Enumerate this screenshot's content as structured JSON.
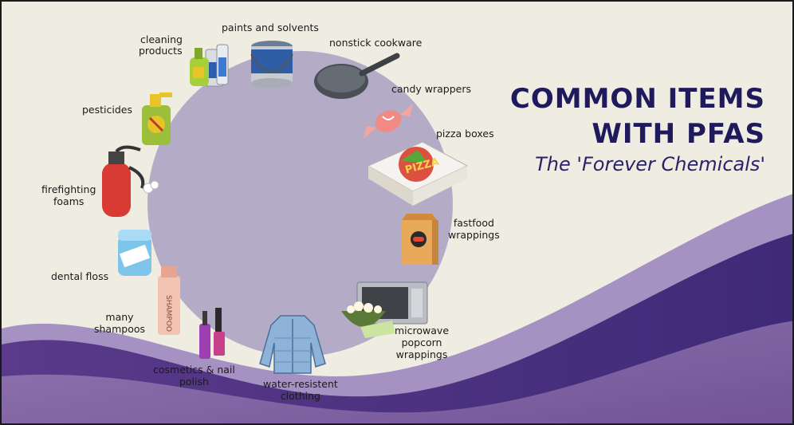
{
  "heading": {
    "line1": "COMMON ITEMS",
    "line2": "WITH PFAS",
    "subtitle": "The 'Forever Chemicals'"
  },
  "items": {
    "cleaning_products": "cleaning\nproducts",
    "paints_and_solvents": "paints and solvents",
    "nonstick_cookware": "nonstick cookware",
    "candy_wrappers": "candy wrappers",
    "pizza_boxes": "pizza boxes",
    "fastfood_wrappings": "fastfood\nwrappings",
    "microwave_popcorn": "microwave\npopcorn\nwrappings",
    "water_resistent_clothing": "water-resistent\nclothing",
    "cosmetics_nail_polish": "cosmetics & nail\npolish",
    "many_shampoos": "many\nshampoos",
    "dental_floss": "dental floss",
    "firefighting_foams": "firefighting\nfoams",
    "pesticides": "pesticides"
  },
  "icon_text": {
    "pizza": "PIZZA",
    "shampoo": "SHAMPOO"
  },
  "colors": {
    "background": "#efece2",
    "circle": "#b4acc7",
    "title": "#1f1a5c",
    "wave_dark": "#4a2d7c",
    "wave_light": "#8a6aa8"
  }
}
